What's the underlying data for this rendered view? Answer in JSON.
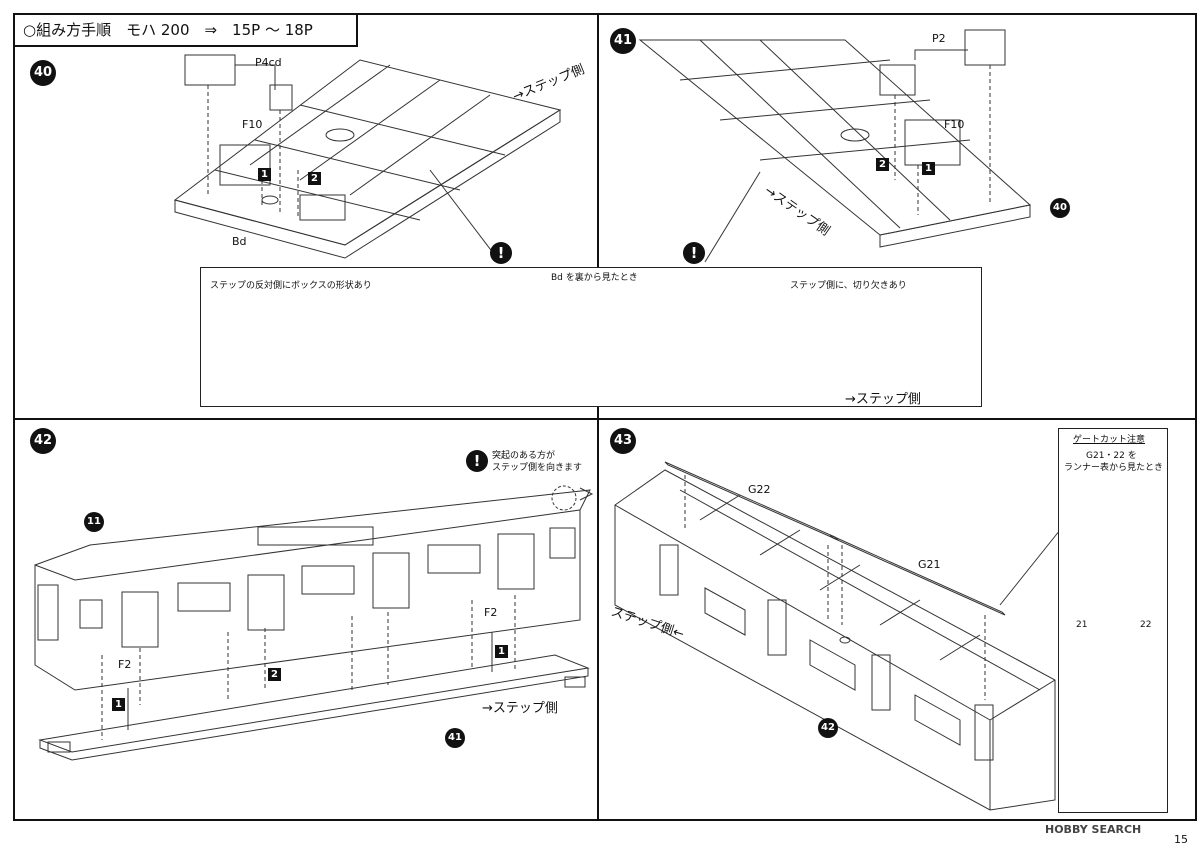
{
  "header": {
    "title": "○組み方手順　モハ 200　⇒　15P ～ 18P"
  },
  "step40": {
    "number": "40",
    "parts": {
      "p4cd": "P4cd",
      "f10": "F10",
      "bd": "Bd"
    },
    "order": [
      "1",
      "2"
    ],
    "step_side": "→ステップ側"
  },
  "step41": {
    "number": "41",
    "parts": {
      "p2": "P2",
      "f10": "F10"
    },
    "order": [
      "2",
      "1"
    ],
    "ref": "40",
    "step_side": "→ステップ側"
  },
  "detail": {
    "warn_mark": "!",
    "title": "Bd を裏から見たとき",
    "note_left": "ステップの反対側にボックスの形状あり",
    "note_right": "ステップ側に、切り欠きあり",
    "step_side": "→ステップ側"
  },
  "step42": {
    "number": "42",
    "ref_top": "11",
    "ref_bottom": "41",
    "parts": {
      "f2_left": "F2",
      "f2_right": "F2"
    },
    "order": [
      "1",
      "2",
      "1"
    ],
    "warn_mark": "!",
    "note_line1": "突起のある方が",
    "note_line2": "ステップ側を向きます",
    "step_side": "→ステップ側"
  },
  "step43": {
    "number": "43",
    "parts": {
      "g22": "G22",
      "g21": "G21"
    },
    "ref": "42",
    "step_side": "ステップ側←"
  },
  "gate_cut": {
    "title": "ゲートカット注意",
    "line1": "G21・22 を",
    "line2": "ランナー表から見たとき",
    "tag_left": "21",
    "tag_right": "22"
  },
  "footer": {
    "page_number": "15",
    "watermark": "HOBBY SEARCH"
  }
}
